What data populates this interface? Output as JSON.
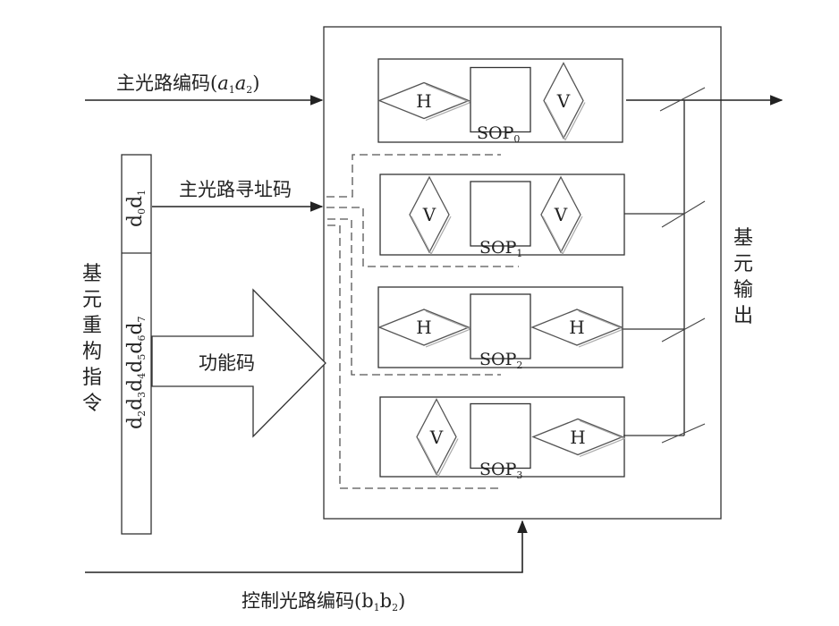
{
  "labels": {
    "main_light_code_text": "主光路编码(",
    "main_light_code_a": "a",
    "main_light_code_s1": "1",
    "main_light_code_a2": "a",
    "main_light_code_s2": "2",
    "main_light_code_close": ")",
    "address_code": "主光路寻址码",
    "function_code": "功能码",
    "control_code_text": "控制光路编码(b",
    "control_code_s1": "1",
    "control_code_b2": "b",
    "control_code_s2": "2",
    "control_code_close": ")",
    "reconfig_instruction": [
      "基",
      "元",
      "重",
      "构",
      "指",
      "令"
    ],
    "unit_output": [
      "基",
      "元",
      "输",
      "出"
    ],
    "register_top_d": "d",
    "register_top_s0": "0",
    "register_top_d1": "d",
    "register_top_s1": "1",
    "register_bottom": "d2d3d4d5d6d7"
  },
  "sop_units": [
    {
      "name": "SOP",
      "index": "0",
      "left": "H",
      "right": "V"
    },
    {
      "name": "SOP",
      "index": "1",
      "left": "V",
      "right": "V"
    },
    {
      "name": "SOP",
      "index": "2",
      "left": "H",
      "right": "H"
    },
    {
      "name": "SOP",
      "index": "3",
      "left": "V",
      "right": "H"
    }
  ],
  "colors": {
    "stroke": "#333333",
    "dash": "#555555",
    "background": "#ffffff"
  }
}
